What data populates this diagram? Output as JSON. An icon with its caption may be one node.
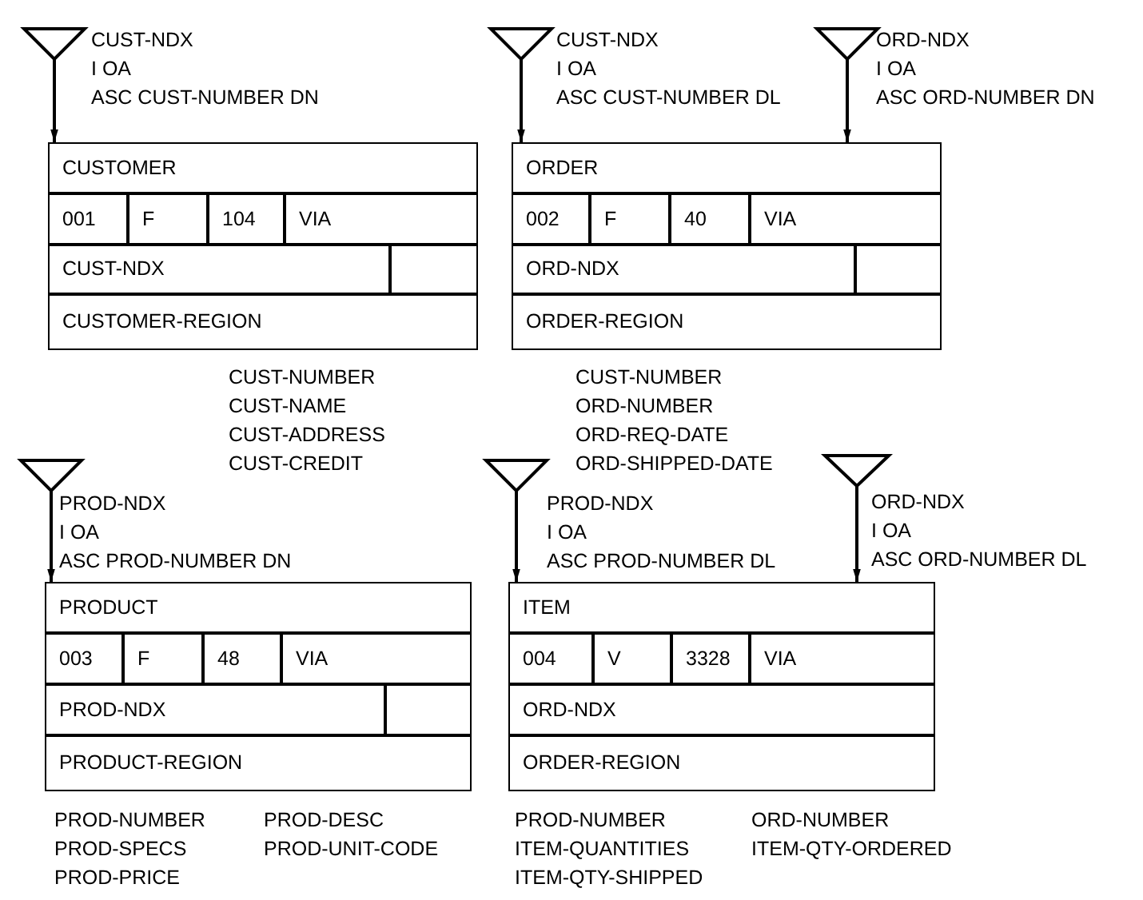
{
  "diagram": {
    "nodes": [
      {
        "text": [],
        "shape": "triangle",
        "beside": [
          "CUST-NDX",
          "I OA",
          "ASC CUST-NUMBER DN"
        ]
      },
      {
        "text": [
          "CUSTOMER",
          "001",
          "F",
          "104",
          "VIA",
          "CUST-NDX",
          "CUSTOMER-REGION"
        ],
        "beside": [
          "CUST-NUMBER",
          "CUST-NAME",
          "CUST-ADDRESS",
          "CUST-CREDIT"
        ]
      },
      {
        "text": [],
        "shape": "triangle",
        "beside": [
          "CUST-NDX",
          "I OA",
          "ASC CUST-NUMBER DL"
        ]
      },
      {
        "text": [],
        "shape": "triangle",
        "beside": [
          "ORD-NDX",
          "I OA",
          "ASC ORD-NUMBER DN"
        ]
      },
      {
        "text": [
          "ORDER",
          "002",
          "F",
          "40",
          "VIA",
          "ORD-NDX",
          "ORDER-REGION"
        ],
        "beside": [
          "CUST-NUMBER",
          "ORD-NUMBER",
          "ORD-REQ-DATE",
          "ORD-SHIPPED-DATE"
        ]
      },
      {
        "text": [],
        "shape": "triangle",
        "beside": [
          "PROD-NDX",
          "I OA",
          "ASC PROD-NUMBER DN"
        ]
      },
      {
        "text": [
          "PRODUCT",
          "003",
          "F",
          "48",
          "VIA",
          "PROD-NDX",
          "PRODUCT-REGION"
        ],
        "beside": [
          "PROD-NUMBER",
          "PROD-DESC",
          "PROD-SPECS",
          "PROD-UNIT-CODE",
          "PROD-PRICE"
        ]
      },
      {
        "text": [],
        "shape": "triangle",
        "beside": [
          "PROD-NDX",
          "I OA",
          "ASC PROD-NUMBER DL"
        ]
      },
      {
        "text": [],
        "shape": "triangle",
        "beside": [
          "ORD-NDX",
          "I OA",
          "ASC ORD-NUMBER DL"
        ]
      },
      {
        "text": [
          "ITEM",
          "004",
          "V",
          "3328",
          "VIA",
          "ORD-NDX",
          "ORDER-REGION"
        ],
        "beside": [
          "PROD-NUMBER",
          "ORD-NUMBER",
          "ITEM-QUANTITIES",
          "ITEM-QTY-ORDERED",
          "ITEM-QTY-SHIPPED"
        ]
      }
    ],
    "edges": [
      {
        "from": 0,
        "to": 1,
        "arrow": "to"
      },
      {
        "from": 2,
        "to": 4,
        "arrow": "to"
      },
      {
        "from": 3,
        "to": 4,
        "arrow": "to"
      },
      {
        "from": 5,
        "to": 6,
        "arrow": "to"
      },
      {
        "from": 7,
        "to": 9,
        "arrow": "to"
      },
      {
        "from": 8,
        "to": 9,
        "arrow": "to"
      }
    ]
  }
}
